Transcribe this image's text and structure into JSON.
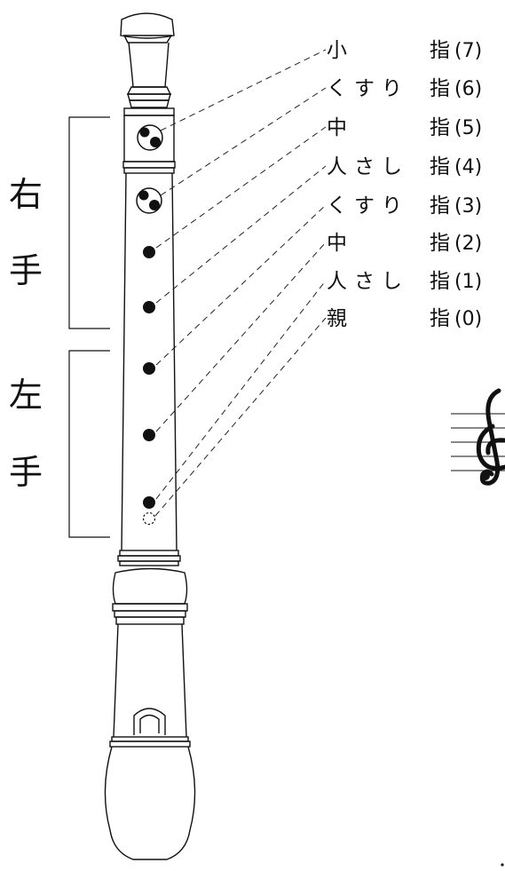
{
  "hands": {
    "right": {
      "char1": "右",
      "char2": "手"
    },
    "left": {
      "char1": "左",
      "char2": "手"
    }
  },
  "fingers": [
    {
      "name": "小",
      "suffix": "指",
      "number": "(7)"
    },
    {
      "name": "くすり",
      "suffix": "指",
      "number": "(6)"
    },
    {
      "name": "中",
      "suffix": "指",
      "number": "(5)"
    },
    {
      "name": "人さし",
      "suffix": "指",
      "number": "(4)"
    },
    {
      "name": "くすり",
      "suffix": "指",
      "number": "(3)"
    },
    {
      "name": "中",
      "suffix": "指",
      "number": "(2)"
    },
    {
      "name": "人さし",
      "suffix": "指",
      "number": "(1)"
    },
    {
      "name": "親",
      "suffix": "指",
      "number": "(0)"
    }
  ],
  "holes": [
    {
      "index": 7,
      "type": "double"
    },
    {
      "index": 6,
      "type": "double"
    },
    {
      "index": 5,
      "type": "single"
    },
    {
      "index": 4,
      "type": "single"
    },
    {
      "index": 3,
      "type": "single"
    },
    {
      "index": 2,
      "type": "single"
    },
    {
      "index": 1,
      "type": "single"
    },
    {
      "index": 0,
      "type": "thumb"
    }
  ],
  "colors": {
    "ink": "#111111",
    "background": "#ffffff"
  }
}
